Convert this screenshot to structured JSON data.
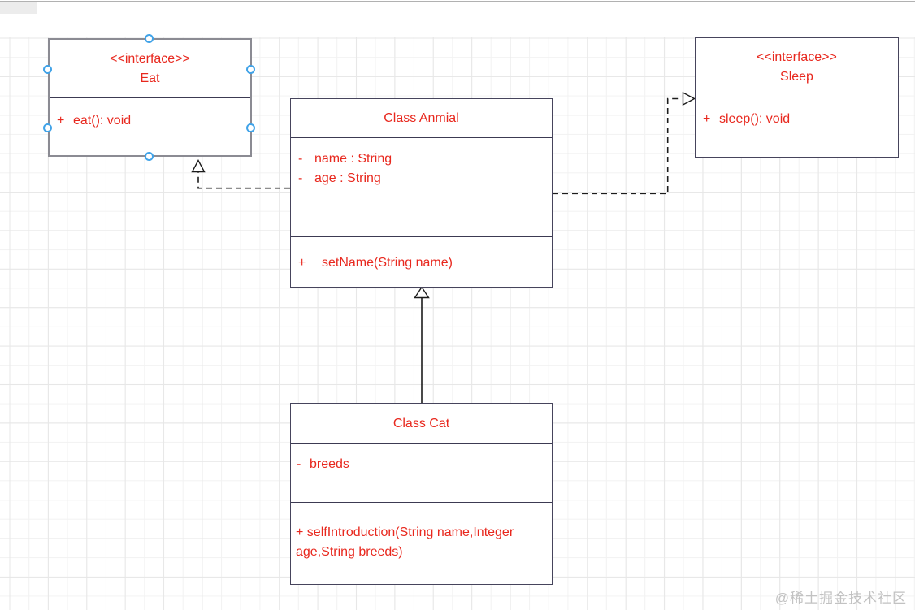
{
  "canvas": {
    "watermark": "@稀土掘金技术社区",
    "colors": {
      "accent_red": "#e8281e",
      "box_border": "#46445c",
      "selected_border": "#8b8b93",
      "handle_blue": "#41a3e8",
      "connector": "#1c1c1c",
      "grid_line": "#ececec"
    }
  },
  "nodes": [
    {
      "id": "eat",
      "stereotype": "<<interface>>",
      "title": "Eat",
      "methods": [
        {
          "vis": "+",
          "sig": "eat(): void"
        }
      ],
      "selected": true
    },
    {
      "id": "sleep",
      "stereotype": "<<interface>>",
      "title": "Sleep",
      "methods": [
        {
          "vis": "+",
          "sig": "sleep(): void"
        }
      ]
    },
    {
      "id": "animal",
      "title": "Class Anmial",
      "attributes": [
        {
          "vis": "-",
          "text": "name : String"
        },
        {
          "vis": "-",
          "text": "age : String"
        }
      ],
      "methods": [
        {
          "vis": "+",
          "sig": "setName(String name)"
        }
      ]
    },
    {
      "id": "cat",
      "title": "Class Cat",
      "attributes": [
        {
          "vis": "-",
          "text": "breeds"
        }
      ],
      "methods": [
        {
          "vis": "+",
          "sig": "selfIntroduction(String name,Integer age,String breeds)"
        }
      ]
    }
  ],
  "edges": [
    {
      "from": "animal",
      "to": "eat",
      "type": "realization-dashed-hollow-triangle"
    },
    {
      "from": "animal",
      "to": "sleep",
      "type": "realization-dashed-hollow-triangle"
    },
    {
      "from": "cat",
      "to": "animal",
      "type": "inheritance-solid-hollow-triangle"
    }
  ]
}
